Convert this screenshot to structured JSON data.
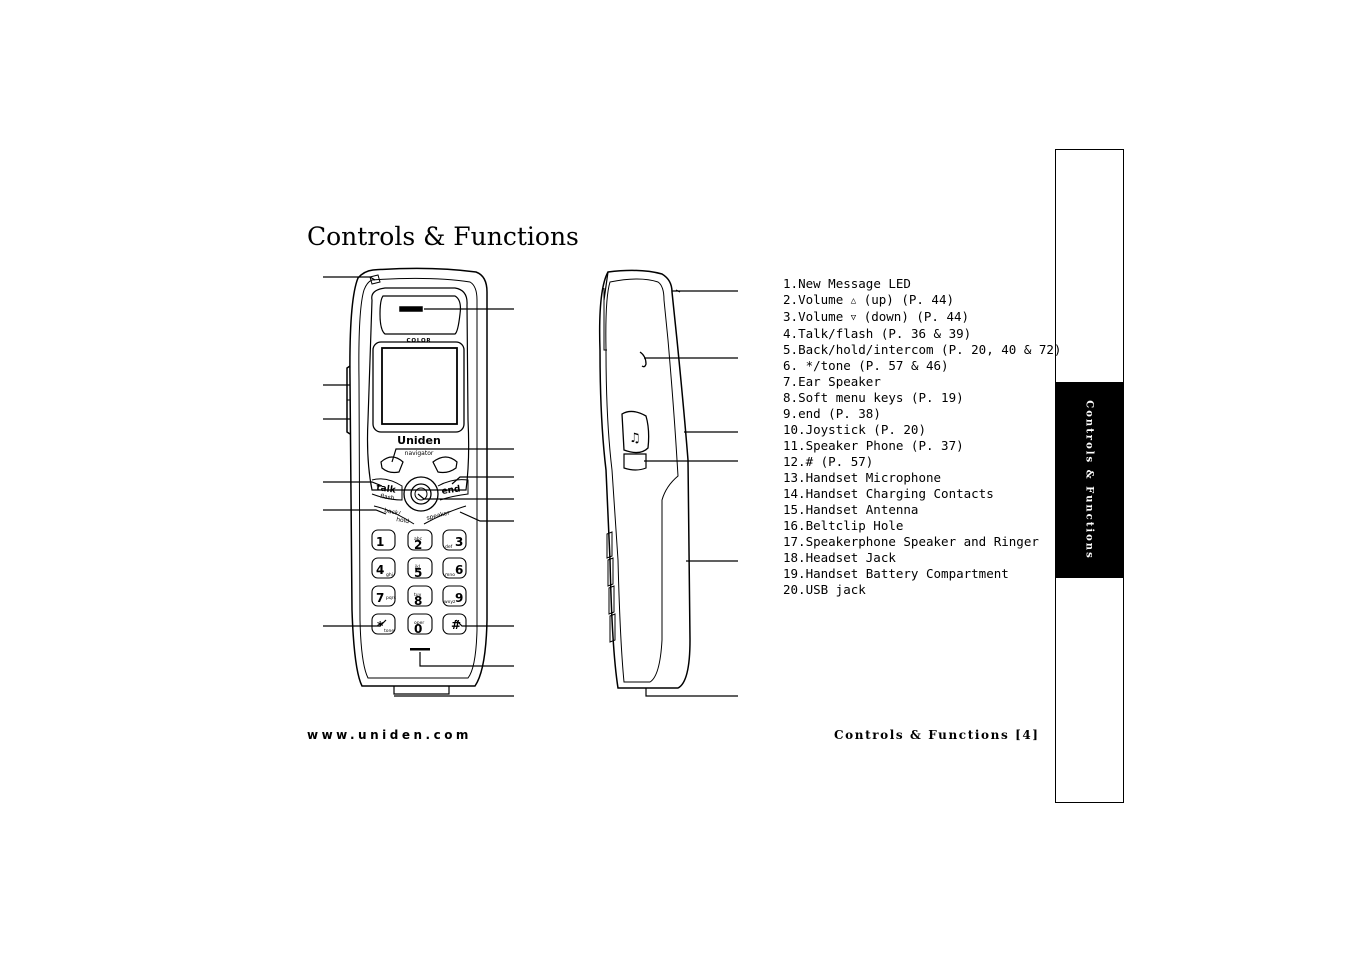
{
  "page": {
    "title": "Controls & Functions",
    "side_tab": "Controls & Functions",
    "footer_left": "www.uniden.com",
    "footer_right": "Controls & Functions [4]"
  },
  "legend": [
    {
      "num": "1.",
      "text": "New Message LED"
    },
    {
      "num": "2.",
      "pre": "Volume ",
      "symbol": "△",
      "text": " (up) (P. 44)"
    },
    {
      "num": "3.",
      "pre": "Volume ",
      "symbol": "▽",
      "text": " (down) (P. 44)"
    },
    {
      "num": "4.",
      "text": "Talk/flash (P. 36 & 39)"
    },
    {
      "num": "5.",
      "text": "Back/hold/intercom (P. 20, 40 & 72)"
    },
    {
      "num": "6.",
      "text": " */tone (P. 57 & 46)"
    },
    {
      "num": "7.",
      "text": "Ear Speaker"
    },
    {
      "num": "8.",
      "text": "Soft menu keys (P. 19)"
    },
    {
      "num": "9.",
      "text": "end (P. 38)"
    },
    {
      "num": "10.",
      "text": "Joystick (P. 20)"
    },
    {
      "num": "11.",
      "text": "Speaker Phone (P. 37)"
    },
    {
      "num": "12.",
      "text": "# (P. 57)"
    },
    {
      "num": "13.",
      "text": "Handset Microphone"
    },
    {
      "num": "14.",
      "text": "Handset Charging Contacts"
    },
    {
      "num": "15.",
      "text": "Handset Antenna"
    },
    {
      "num": "16.",
      "text": "Beltclip Hole"
    },
    {
      "num": "17.",
      "text": "Speakerphone Speaker and Ringer"
    },
    {
      "num": "18.",
      "text": "Headset Jack"
    },
    {
      "num": "19.",
      "text": "Handset Battery Compartment"
    },
    {
      "num": "20.",
      "text": "USB jack"
    }
  ],
  "phone_front": {
    "brand": "Uniden",
    "screen_label": "COLOR",
    "nav_label": "navigator",
    "talk_label": "talk",
    "flash_label": "flash",
    "end_label": "end",
    "back_label": "back/",
    "hold_label": "hold",
    "speaker_label": "speaker",
    "keys": [
      {
        "digit": "1",
        "letters": ""
      },
      {
        "digit": "2",
        "letters": "abc"
      },
      {
        "digit": "3",
        "letters": "def"
      },
      {
        "digit": "4",
        "letters": "ghi"
      },
      {
        "digit": "5",
        "letters": "jkl"
      },
      {
        "digit": "6",
        "letters": "mno"
      },
      {
        "digit": "7",
        "letters": "pqrs"
      },
      {
        "digit": "8",
        "letters": "tuv"
      },
      {
        "digit": "9",
        "letters": "wxyz"
      },
      {
        "digit": "*",
        "letters": "tone"
      },
      {
        "digit": "0",
        "letters": "oper"
      },
      {
        "digit": "#",
        "letters": ""
      }
    ]
  }
}
